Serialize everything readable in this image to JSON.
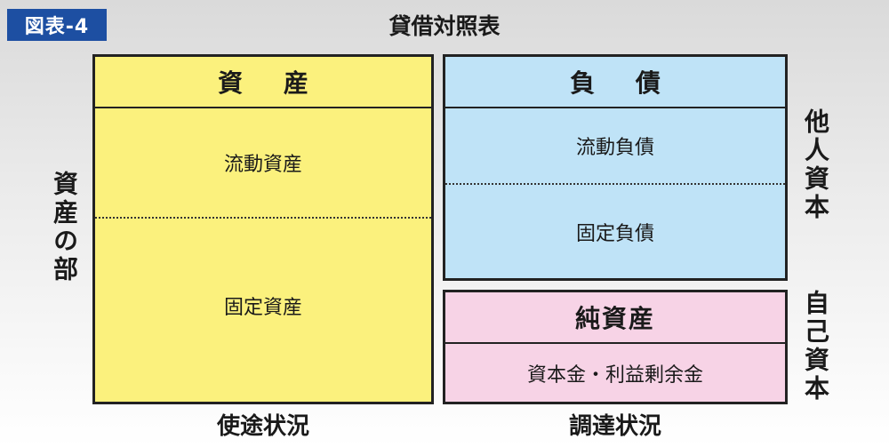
{
  "figure_label": "図表-4",
  "title": "貸借対照表",
  "assets": {
    "header": "資 産",
    "current": "流動資産",
    "fixed": "固定資産"
  },
  "liabilities": {
    "header": "負 債",
    "current": "流動負債",
    "fixed": "固定負債"
  },
  "equity": {
    "header": "純資産",
    "items": "資本金・利益剰余金"
  },
  "side_labels": {
    "left": "資産の部",
    "right_top": "他人資本",
    "right_bottom": "自己資本"
  },
  "bottom_labels": {
    "left": "使途状況",
    "right": "調達状況"
  },
  "colors": {
    "label_bg": "#1d4fa2",
    "assets": "#fbf17d",
    "liabilities": "#bfe3f7",
    "equity": "#f7d3e6"
  }
}
